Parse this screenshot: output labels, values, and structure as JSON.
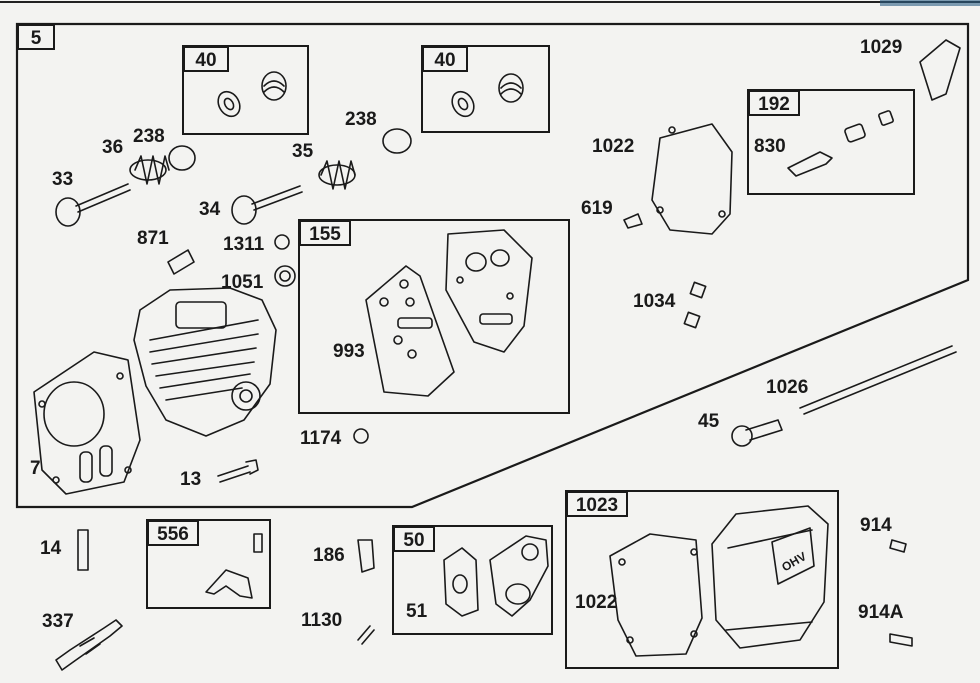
{
  "kit_tags": {
    "cylinder_head_assembly": "5",
    "valve_seal_kit_left": "40",
    "valve_seal_kit_right": "40",
    "gasket_set": "155",
    "breather_kit": "192",
    "spark_plug_ground_kit": "556",
    "intake_manifold_kit": "50",
    "rocker_cover_kit": "1023"
  },
  "part_labels": {
    "n1029": "1029",
    "n1022_top": "1022",
    "n830": "830",
    "n619": "619",
    "n1034": "1034",
    "n1026": "1026",
    "n45": "45",
    "n238_left": "238",
    "n238_mid": "238",
    "n36": "36",
    "n35": "35",
    "n33": "33",
    "n34": "34",
    "n871": "871",
    "n1311": "1311",
    "n1051": "1051",
    "n993": "993",
    "n1174": "1174",
    "n7": "7",
    "n13": "13",
    "n14": "14",
    "n186": "186",
    "n1130": "1130",
    "n337": "337",
    "n51": "51",
    "n1022_bottom": "1022",
    "n914": "914",
    "n914a": "914A"
  },
  "cover_logo_text": "OHV"
}
